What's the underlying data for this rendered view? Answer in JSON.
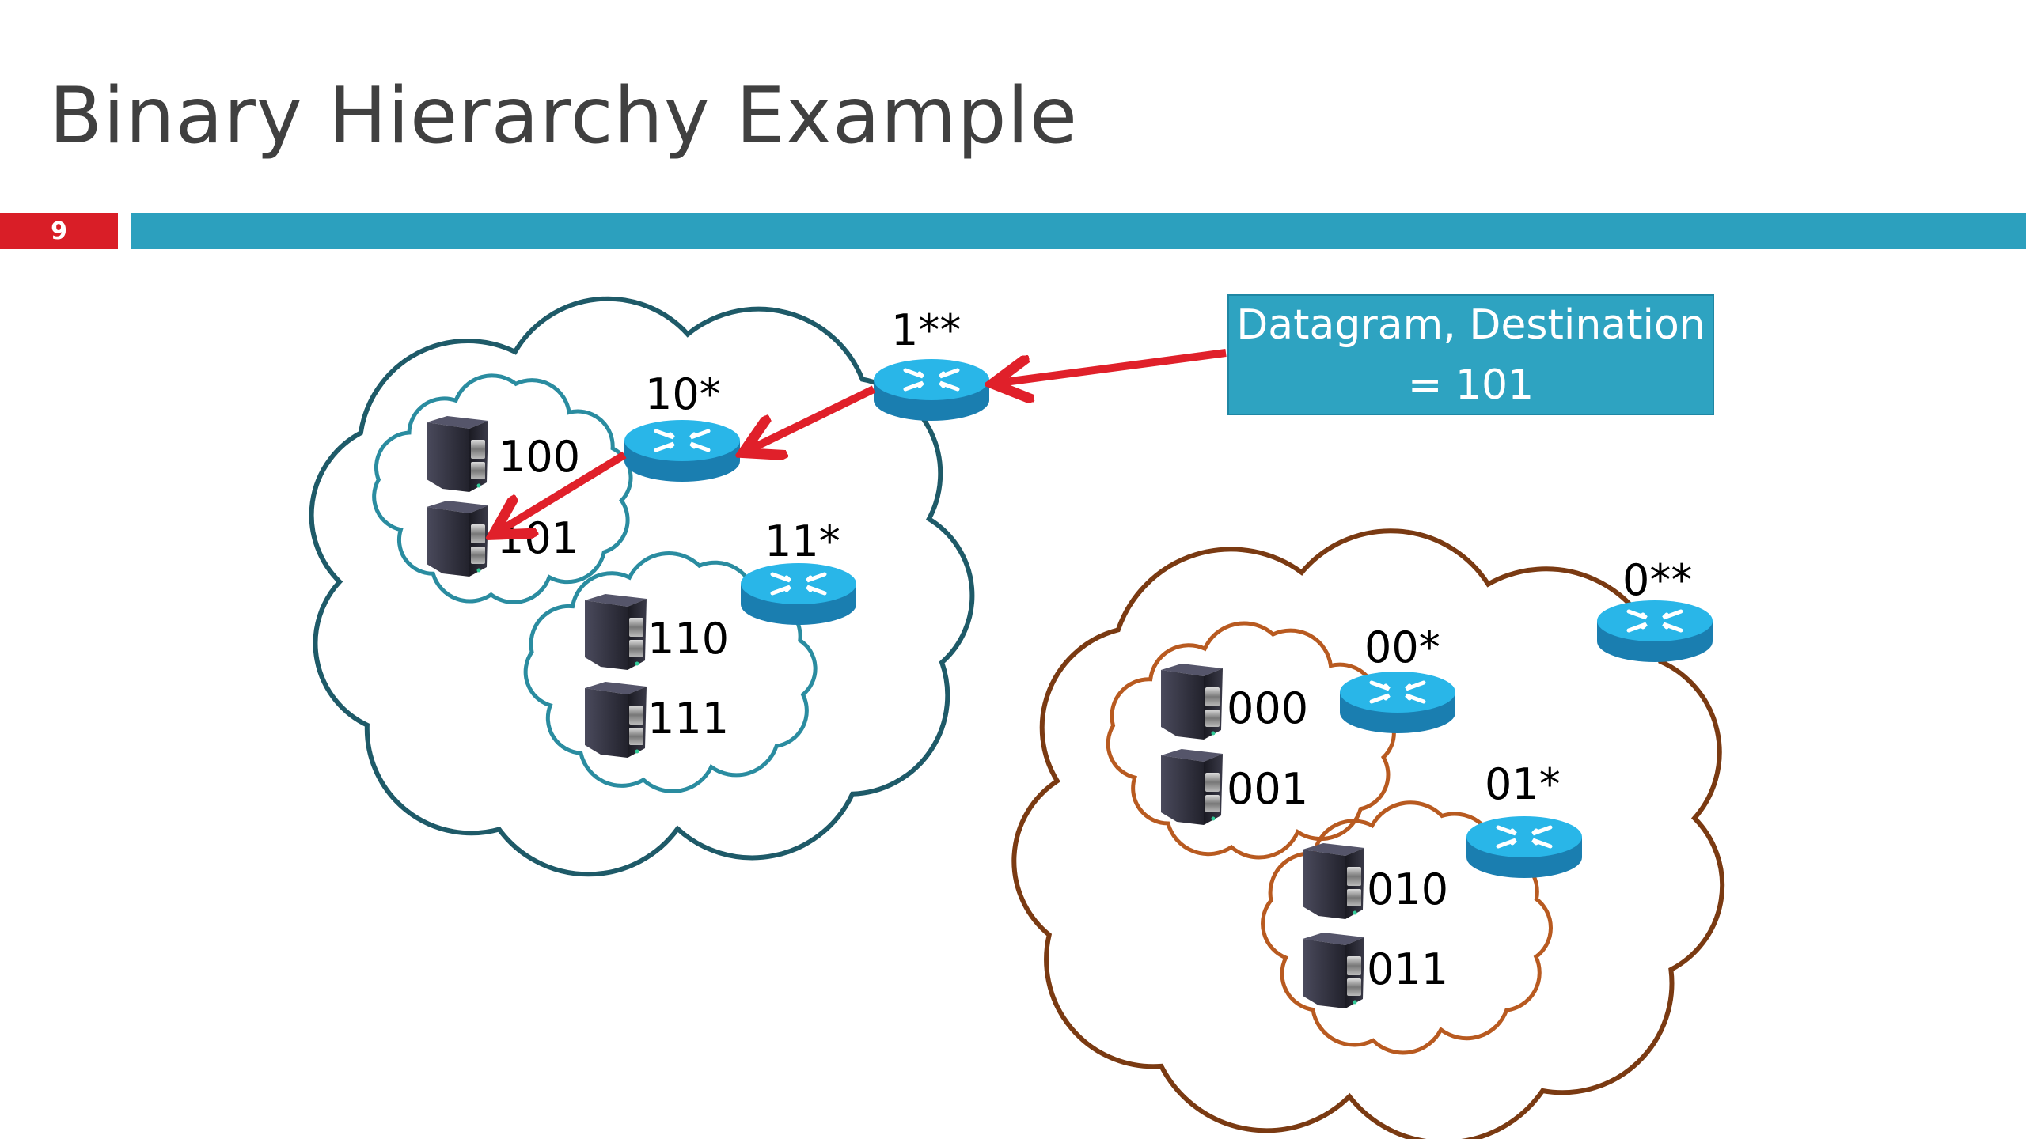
{
  "slide": {
    "title": "Binary Hierarchy Example",
    "slide_number": "9"
  },
  "datagram_box": {
    "line1": "Datagram, Destination",
    "line2": "= 101"
  },
  "networks": [
    {
      "name": "1**",
      "color": "#1E5A68",
      "subnets": [
        {
          "name": "10*",
          "color": "#2A8CA0",
          "hosts": [
            "100",
            "101"
          ]
        },
        {
          "name": "11*",
          "color": "#2A8CA0",
          "hosts": [
            "110",
            "111"
          ]
        }
      ]
    },
    {
      "name": "0**",
      "color": "#7A3A12",
      "subnets": [
        {
          "name": "00*",
          "color": "#B85A20",
          "hosts": [
            "000",
            "001"
          ]
        },
        {
          "name": "01*",
          "color": "#B85A20",
          "hosts": [
            "010",
            "011"
          ]
        }
      ]
    }
  ],
  "routers": {
    "r1": "1**",
    "r10": "10*",
    "r11": "11*",
    "r0": "0**",
    "r00": "00*",
    "r01": "01*"
  },
  "hosts": {
    "h100": "100",
    "h101": "101",
    "h110": "110",
    "h111": "111",
    "h000": "000",
    "h001": "001",
    "h010": "010",
    "h011": "011"
  },
  "route_path": [
    "Datagram",
    "1**",
    "10*",
    "101"
  ],
  "colors": {
    "accent_bar": "#2CA0BE",
    "number_bar": "#D91E27",
    "arrow": "#E0202A",
    "router_top": "#29B6E8",
    "router_side": "#1A7EB0"
  }
}
